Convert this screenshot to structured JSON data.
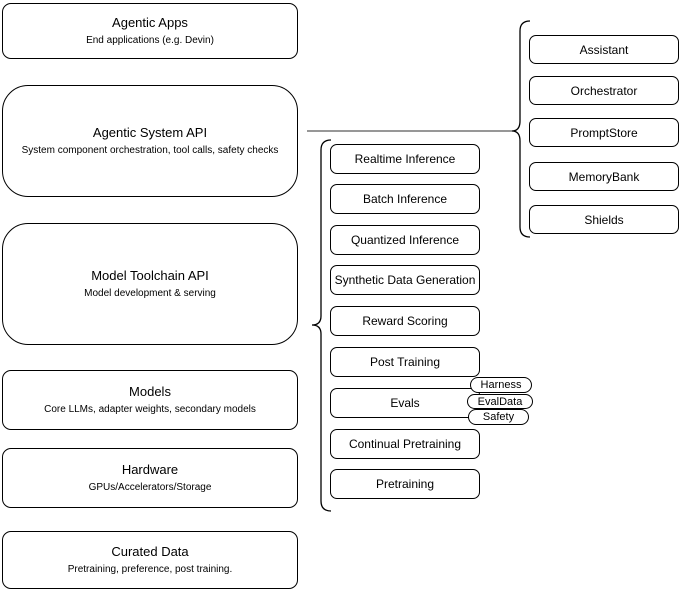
{
  "diagram": {
    "stack": [
      {
        "title": "Agentic Apps",
        "subtitle": "End applications (e.g. Devin)"
      },
      {
        "title": "Agentic System API",
        "subtitle": "System component orchestration, tool calls, safety checks"
      },
      {
        "title": "Model Toolchain API",
        "subtitle": "Model development & serving"
      },
      {
        "title": "Models",
        "subtitle": "Core LLMs, adapter weights, secondary models"
      },
      {
        "title": "Hardware",
        "subtitle": "GPUs/Accelerators/Storage"
      },
      {
        "title": "Curated Data",
        "subtitle": "Pretraining, preference, post training."
      }
    ],
    "toolchain": [
      "Realtime Inference",
      "Batch Inference",
      "Quantized Inference",
      "Synthetic Data Generation",
      "Reward Scoring",
      "Post Training",
      "Evals",
      "Continual Pretraining",
      "Pretraining"
    ],
    "eval_tags": [
      "Harness",
      "EvalData",
      "Safety"
    ],
    "components": [
      "Assistant",
      "Orchestrator",
      "PromptStore",
      "MemoryBank",
      "Shields"
    ],
    "colors": {
      "stroke": "#000000",
      "connector": "#595959",
      "fill": "#ffffff",
      "text": "#000000"
    }
  }
}
